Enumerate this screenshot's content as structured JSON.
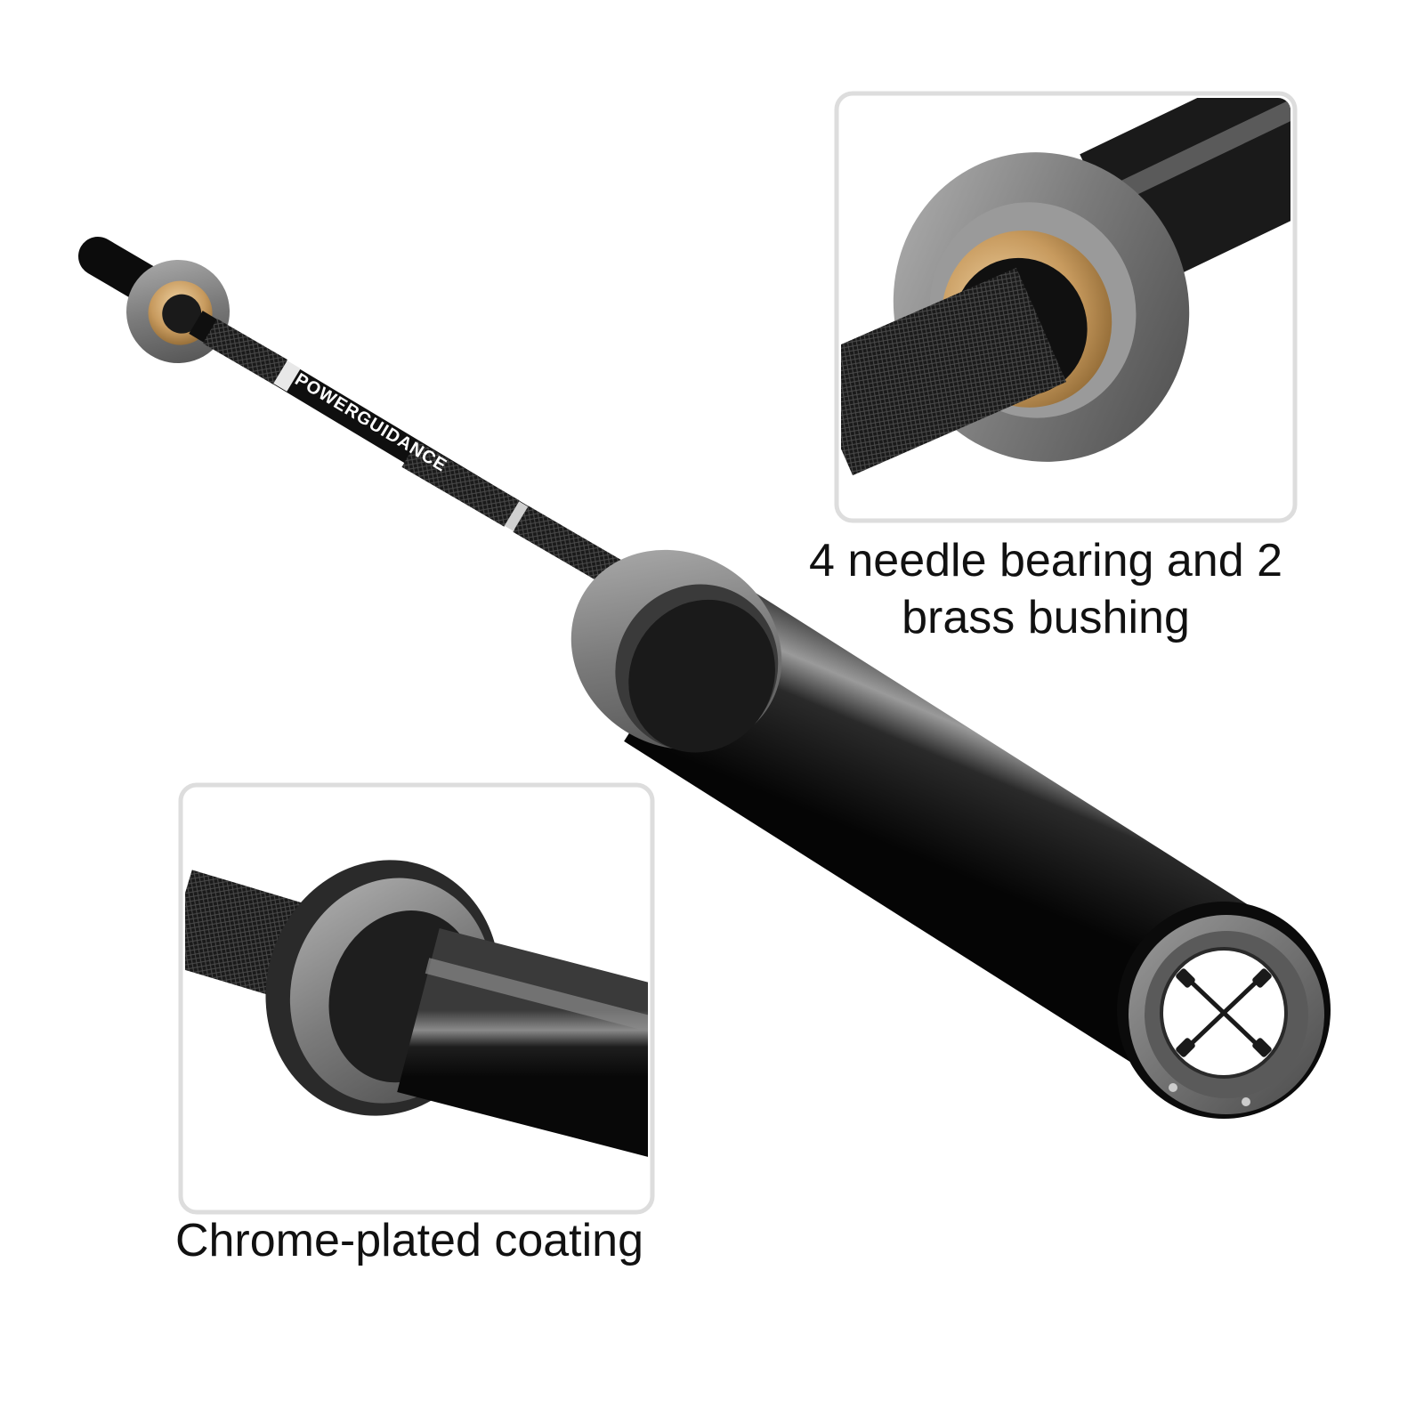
{
  "product": {
    "brand_marking": "POWERGUIDANCE",
    "end_cap_icon": "crossed-dumbbells-icon"
  },
  "callouts": {
    "bearing": {
      "line1": "4 needle bearing and 2",
      "line2": "brass bushing"
    },
    "coating": {
      "text": "Chrome-plated coating"
    }
  },
  "colors": {
    "background": "#ffffff",
    "shaft": "#0e0e0e",
    "sleeve_ring": "#8c8c8c",
    "brass": "#c79a5e",
    "frame": "#dddddd"
  }
}
